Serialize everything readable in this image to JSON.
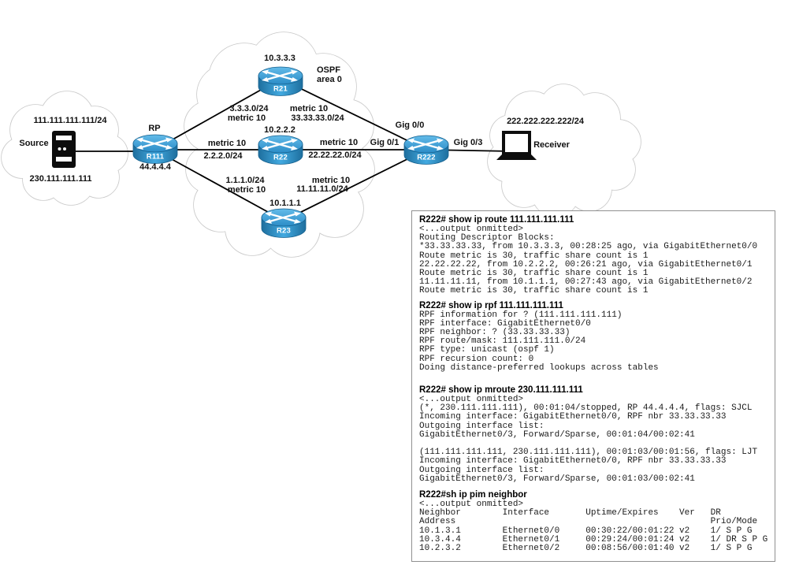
{
  "colors": {
    "router_blue": "#2f96d2",
    "router_blue_dark": "#1e6f9e",
    "cloud_stroke": "#c9c9c9",
    "line_black": "#000000",
    "console_border": "#909090"
  },
  "diagram": {
    "source_cloud": {
      "subnet": "111.111.111.111/24",
      "host_label": "Source",
      "group": "230.111.111.111"
    },
    "receiver_cloud": {
      "subnet": "222.222.222.222/24",
      "host_label": "Receiver"
    },
    "ospf": {
      "line1": "OSPF",
      "line2": "area 0"
    },
    "routers": {
      "r111": {
        "name": "R111",
        "role": "RP",
        "loopback": "44.4.4.4"
      },
      "r21": {
        "name": "R21",
        "ip": "10.3.3.3"
      },
      "r22": {
        "name": "R22",
        "ip": "10.2.2.2"
      },
      "r23": {
        "name": "R23",
        "ip": "10.1.1.1"
      },
      "r222": {
        "name": "R222"
      }
    },
    "links": {
      "r111_r21": {
        "subnet": "3.3.3.0/24",
        "metric": "metric 10"
      },
      "r21_r222": {
        "metric": "metric 10",
        "subnet": "33.33.33.0/24"
      },
      "r111_r22": {
        "metric": "metric 10",
        "subnet": "2.2.2.0/24"
      },
      "r22_r222": {
        "metric": "metric 10",
        "subnet": "22.22.22.0/24"
      },
      "r111_r23": {
        "subnet": "1.1.1.0/24",
        "metric": "metric 10"
      },
      "r23_r222": {
        "metric": "metric 10",
        "subnet": "11.11.11.0/24"
      },
      "gig00": "Gig 0/0",
      "gig01": "Gig 0/1",
      "gig03": "Gig 0/3"
    }
  },
  "console": {
    "sections": [
      {
        "command": "R222# show ip route 111.111.111.111",
        "output": [
          "<...output onmitted>",
          "Routing Descriptor Blocks:",
          "*33.33.33.33, from 10.3.3.3, 00:28:25 ago, via GigabitEthernet0/0",
          "Route metric is 30, traffic share count is 1",
          "22.22.22.22, from 10.2.2.2, 00:26:21 ago, via GigabitEthernet0/1",
          "Route metric is 30, traffic share count is 1",
          "11.11.11.11, from 10.1.1.1, 00:27:43 ago, via GigabitEthernet0/2",
          "Route metric is 30, traffic share count is 1"
        ]
      },
      {
        "command": "R222# show ip rpf 111.111.111.111",
        "output": [
          "RPF information for ? (111.111.111.111)",
          "RPF interface: GigabitEthernet0/0",
          "RPF neighbor: ? (33.33.33.33)",
          "RPF route/mask: 111.111.111.0/24",
          "RPF type: unicast (ospf 1)",
          "RPF recursion count: 0",
          "Doing distance-preferred lookups across tables"
        ]
      },
      {
        "command": "R222# show ip mroute 230.111.111.111",
        "output": [
          "<...output onmitted>",
          "(*, 230.111.111.111), 00:01:04/stopped, RP 44.4.4.4, flags: SJCL",
          "Incoming interface: GigabitEthernet0/0, RPF nbr 33.33.33.33",
          "Outgoing interface list:",
          "GigabitEthernet0/3, Forward/Sparse, 00:01:04/00:02:41",
          "",
          "(111.111.111.111, 230.111.111.111), 00:01:03/00:01:56, flags: LJT",
          "Incoming interface: GigabitEthernet0/0, RPF nbr 33.33.33.33",
          "Outgoing interface list:",
          "GigabitEthernet0/3, Forward/Sparse, 00:01:03/00:02:41"
        ]
      },
      {
        "command": "R222#sh ip pim neighbor",
        "output": [
          "<...output onmitted>",
          "Neighbor        Interface       Uptime/Expires    Ver   DR",
          "Address                                                 Prio/Mode",
          "10.1.3.1        Ethernet0/0     00:30:22/00:01:22 v2    1/ S P G",
          "10.3.4.4        Ethernet0/1     00:29:24/00:01:24 v2    1/ DR S P G",
          "10.2.3.2        Ethernet0/2     00:08:56/00:01:40 v2    1/ S P G"
        ]
      }
    ]
  }
}
